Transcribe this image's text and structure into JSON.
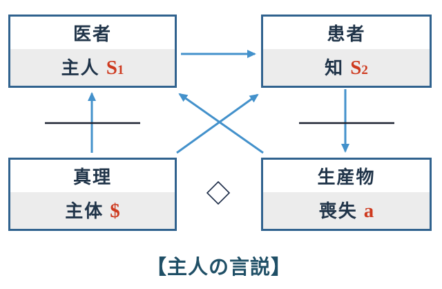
{
  "diagram": {
    "title": "【主人の言説】",
    "boxes": {
      "top_left": {
        "role": "医者",
        "term": "主人",
        "symbol": "S",
        "symbol_sub": "1"
      },
      "top_right": {
        "role": "患者",
        "term": "知",
        "symbol": "S",
        "symbol_sub": "2"
      },
      "bottom_left": {
        "role": "真理",
        "term": "主体",
        "symbol": "$",
        "symbol_sub": ""
      },
      "bottom_right": {
        "role": "生産物",
        "term": "喪失",
        "symbol": "a",
        "symbol_sub": ""
      }
    },
    "arrows": [
      {
        "from": "主人 S1",
        "to": "知 S2",
        "direction": "right-horizontal"
      },
      {
        "from": "主体 $",
        "to": "主人 S1",
        "direction": "up-through-bar"
      },
      {
        "from": "知 S2",
        "to": "喪失 a",
        "direction": "down-through-bar"
      },
      {
        "from": "喪失 a",
        "to": "主人 S1",
        "direction": "diagonal-up-left"
      },
      {
        "from": "主体 $",
        "to": "知 S2",
        "direction": "diagonal-up-right"
      }
    ],
    "separators": [
      "left-horizontal-bar",
      "right-horizontal-bar"
    ],
    "diamond_symbol": "◇",
    "colors": {
      "box_border": "#30628E",
      "arrow_blue": "#4391CB",
      "bar_dark": "#1B2130",
      "text_navy": "#203449",
      "symbol_red": "#CE3A1F",
      "row_gray": "#ECECEC",
      "title_teal": "#1F4F66",
      "background": "#FFFFFF"
    }
  }
}
